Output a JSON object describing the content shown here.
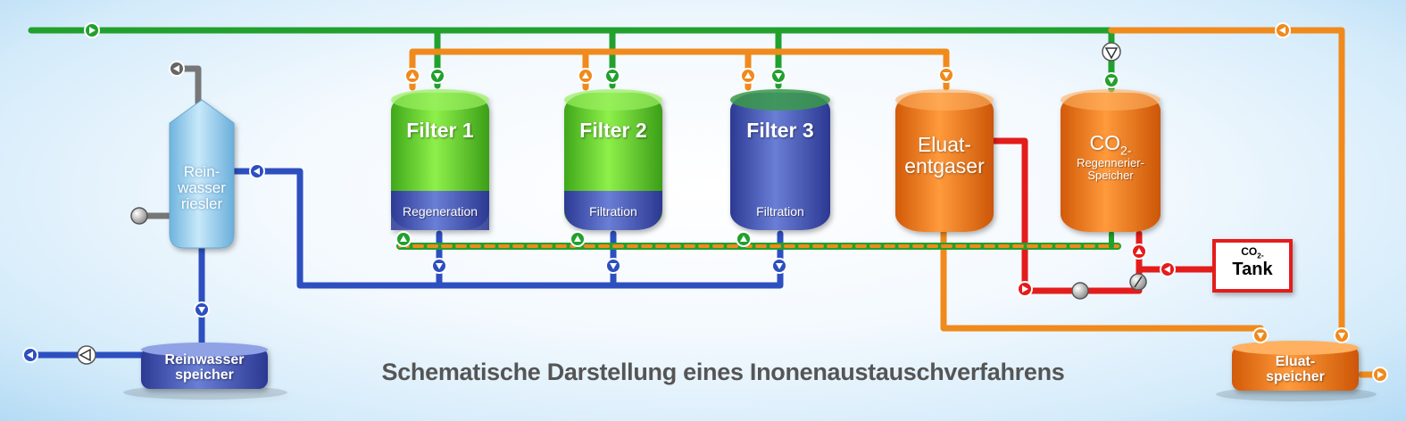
{
  "title": "Schematische Darstellung eines Inonenaustauschverfahrens",
  "colors": {
    "green_line": "#22a02e",
    "orange_line": "#f08a1c",
    "blue_line": "#2d4fc0",
    "red_line": "#e41c1c",
    "gray_line": "#777777",
    "filter_green": "#6ad42e",
    "filter_blue": "#4a5ab8",
    "vessel_orange": "#f07a1a",
    "tower_blue": "#9fd0ee"
  },
  "components": {
    "filter_1": {
      "title": "Filter 1",
      "mode": "Regeneration"
    },
    "filter_2": {
      "title": "Filter 2",
      "mode": "Filtration"
    },
    "filter_3": {
      "title": "Filter 3",
      "mode": "Filtration"
    },
    "eluat_entgaser": {
      "line1": "Eluat-",
      "line2": "entgaser"
    },
    "co2_speicher": {
      "co": "CO",
      "sub": "2",
      "dash": "-",
      "line2": "Regennerier-",
      "line3": "Speicher"
    },
    "reinwasser_riesler": {
      "line1": "Rein-",
      "line2": "wasser",
      "line3": "riesler"
    },
    "reinwasser_speicher": {
      "line1": "Reinwasser",
      "line2": "speicher"
    },
    "eluat_speicher": {
      "line1": "Eluat-",
      "line2": "speicher"
    },
    "co2_tank": {
      "co": "CO",
      "sub": "2",
      "dash": "-",
      "line2": "Tank"
    }
  },
  "icons": [
    "flow-arrow-icon",
    "pump-icon",
    "valve-icon"
  ]
}
